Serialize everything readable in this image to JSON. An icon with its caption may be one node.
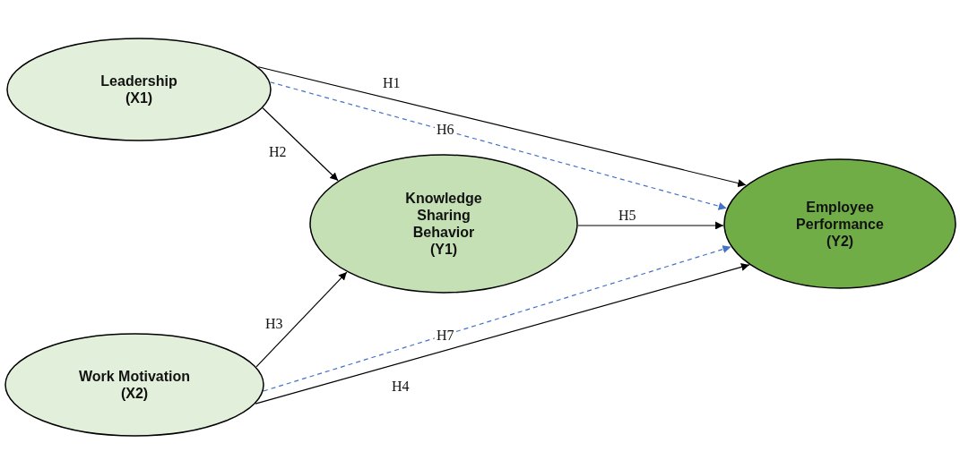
{
  "diagram": {
    "nodes": [
      {
        "text": [
          "Leadership (X1)"
        ]
      },
      {
        "text": [
          "Knowledge Sharing Behavior (Y1)"
        ]
      },
      {
        "text": [
          "Work Motivation (X2)"
        ]
      },
      {
        "text": [
          "Employee Performance (Y2)"
        ]
      }
    ],
    "edges": [
      {
        "from": 0,
        "to": 3,
        "arrow": "to",
        "label": "H1"
      },
      {
        "from": 0,
        "to": 3,
        "arrow": "to",
        "label": "H6",
        "style": "dashed",
        "color": "#4472c4"
      },
      {
        "from": 0,
        "to": 1,
        "arrow": "to",
        "label": "H2"
      },
      {
        "from": 1,
        "to": 3,
        "arrow": "to",
        "label": "H5"
      },
      {
        "from": 2,
        "to": 1,
        "arrow": "to",
        "label": "H3"
      },
      {
        "from": 2,
        "to": 3,
        "arrow": "to",
        "label": "H7",
        "style": "dashed",
        "color": "#4472c4"
      },
      {
        "from": 2,
        "to": 3,
        "arrow": "to",
        "label": "H4"
      }
    ]
  }
}
